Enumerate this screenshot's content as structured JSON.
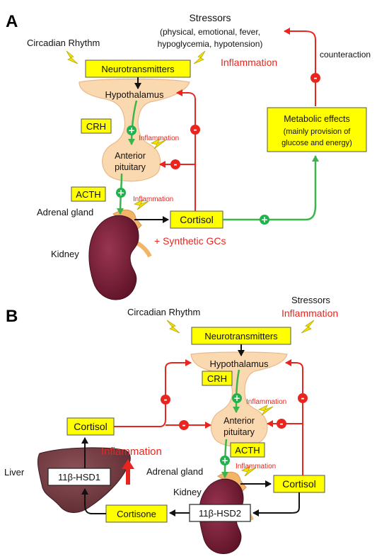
{
  "panelA": {
    "label": "A",
    "circadian": "Circadian Rhythm",
    "stressors_title": "Stressors",
    "stressors_line1": "(physical, emotional, fever,",
    "stressors_line2": "hypoglycemia, hypotension)",
    "inflammation_main": "Inflammation",
    "counteraction": "counteraction",
    "neurotransmitters": "Neurotransmitters",
    "hypothalamus": "Hypothalamus",
    "crh": "CRH",
    "inflammation_small1": "Inflammation",
    "anterior": "Anterior",
    "pituitary": "pituitary",
    "acth": "ACTH",
    "inflammation_small2": "Inflammation",
    "adrenal_gland": "Adrenal gland",
    "cortisol": "Cortisol",
    "synthetic": "+ Synthetic GCs",
    "kidney": "Kidney",
    "metabolic_line1": "Metabolic effects",
    "metabolic_line2": "(mainly provision of",
    "metabolic_line3": "glucose and energy)"
  },
  "panelB": {
    "label": "B",
    "circadian": "Circadian Rhythm",
    "stressors": "Stressors",
    "inflammation_top": "Inflammation",
    "neurotransmitters": "Neurotransmitters",
    "hypothalamus": "Hypothalamus",
    "crh": "CRH",
    "inflammation_small1": "Inflammation",
    "anterior": "Anterior",
    "pituitary": "pituitary",
    "acth": "ACTH",
    "adrenal_gland": "Adrenal gland",
    "inflammation_small2": "Inflammation",
    "cortisol_right": "Cortisol",
    "kidney": "Kidney",
    "hsd2": "11β-HSD2",
    "cortisone": "Cortisone",
    "liver": "Liver",
    "hsd1": "11β-HSD1",
    "inflammation_liver": "Inflammation",
    "cortisol_left": "Cortisol"
  },
  "signs": {
    "plus": "+",
    "minus": "-"
  },
  "colors": {
    "inhibition": "#e8261f",
    "stimulation": "#3cb44b",
    "box": "#ffff00",
    "tissue": "#fbd9b0",
    "kidney": "#7a1f36",
    "liver": "#6e3a3f"
  }
}
